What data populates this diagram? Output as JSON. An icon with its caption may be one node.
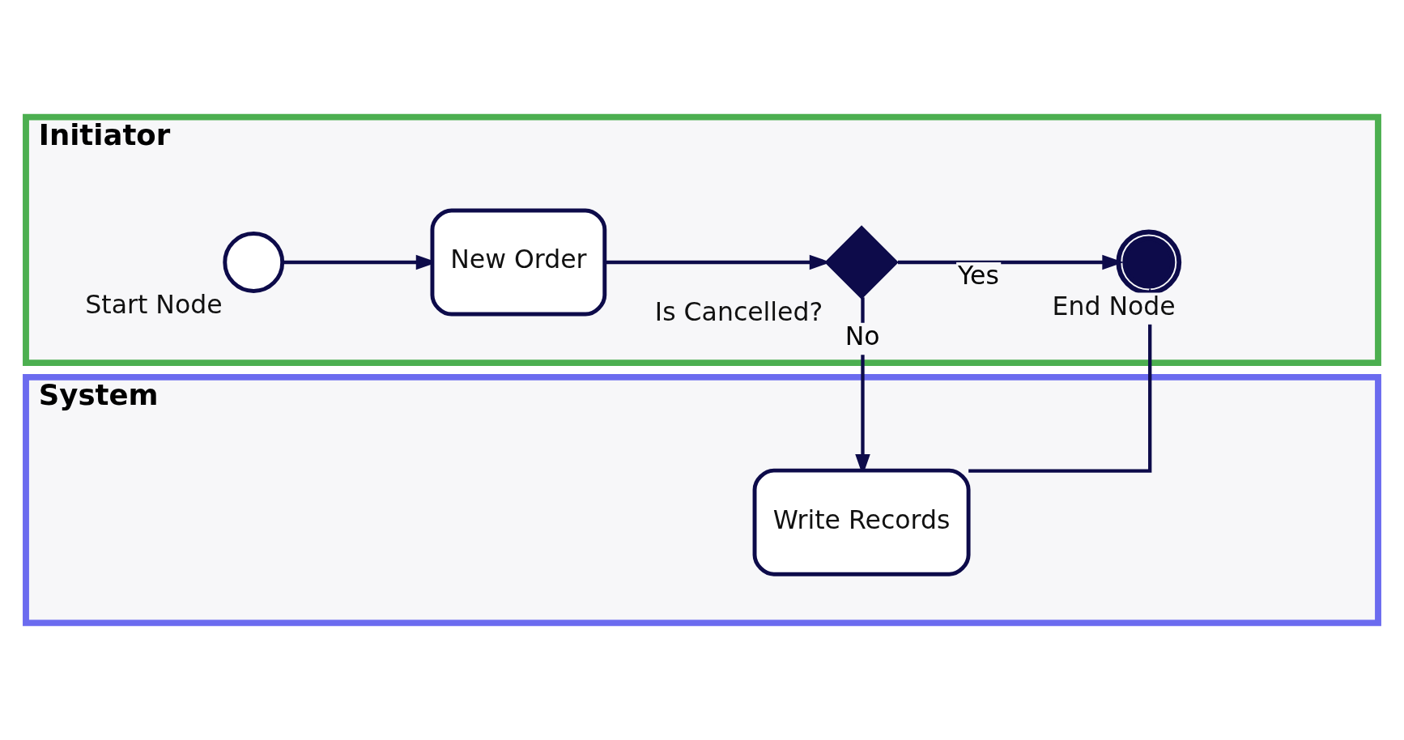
{
  "diagram": {
    "nodes": [
      {
        "text": [
          "Initiator"
        ]
      },
      {
        "text": [
          "Start Node"
        ],
        "in": 0
      },
      {
        "text": [
          "New Order"
        ],
        "in": 0
      },
      {
        "text": [
          "Is Cancelled?"
        ],
        "in": 0
      },
      {
        "text": [
          "End Node"
        ],
        "in": 0
      },
      {
        "text": [
          "System"
        ]
      },
      {
        "text": [
          "Write Records"
        ],
        "in": 5
      }
    ],
    "edges": [
      {
        "from": 1,
        "to": 2,
        "arrow": "to"
      },
      {
        "from": 2,
        "to": 3,
        "arrow": "to"
      },
      {
        "from": 3,
        "to": 4,
        "arrow": "to",
        "label": "Yes"
      },
      {
        "from": 3,
        "to": 6,
        "arrow": "to",
        "label": "No"
      },
      {
        "from": 6,
        "to": 4,
        "arrow": "to"
      }
    ]
  }
}
